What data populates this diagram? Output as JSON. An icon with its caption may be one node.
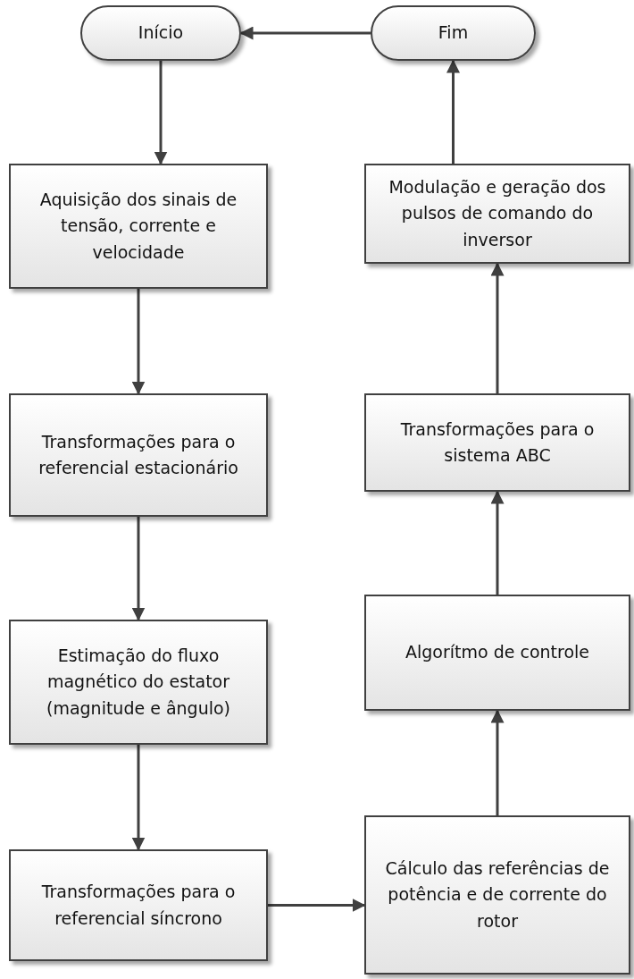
{
  "diagram": {
    "nodes": [
      {
        "text": [
          "Início"
        ]
      },
      {
        "text": [
          "Fim"
        ]
      },
      {
        "text": [
          "Aquisição dos sinais de tensão, corrente e velocidade"
        ]
      },
      {
        "text": [
          "Transformações para o referencial estacionário"
        ]
      },
      {
        "text": [
          "Estimação do fluxo magnético do estator (magnitude e ângulo)"
        ]
      },
      {
        "text": [
          "Transformações para o referencial síncrono"
        ]
      },
      {
        "text": [
          "Modulação e geração dos pulsos de comando do inversor"
        ]
      },
      {
        "text": [
          "Transformações para o sistema ABC"
        ]
      },
      {
        "text": [
          "Algorítmo de controle"
        ]
      },
      {
        "text": [
          "Cálculo das referências de potência e de corrente do rotor"
        ]
      }
    ],
    "edges": [
      {
        "from": 0,
        "to": 2,
        "arrow": "to"
      },
      {
        "from": 2,
        "to": 3,
        "arrow": "to"
      },
      {
        "from": 3,
        "to": 4,
        "arrow": "to"
      },
      {
        "from": 4,
        "to": 5,
        "arrow": "to"
      },
      {
        "from": 5,
        "to": 9,
        "arrow": "to"
      },
      {
        "from": 9,
        "to": 8,
        "arrow": "to"
      },
      {
        "from": 8,
        "to": 7,
        "arrow": "to"
      },
      {
        "from": 7,
        "to": 6,
        "arrow": "to"
      },
      {
        "from": 6,
        "to": 1,
        "arrow": "to"
      },
      {
        "from": 1,
        "to": 0,
        "arrow": "to"
      }
    ]
  }
}
